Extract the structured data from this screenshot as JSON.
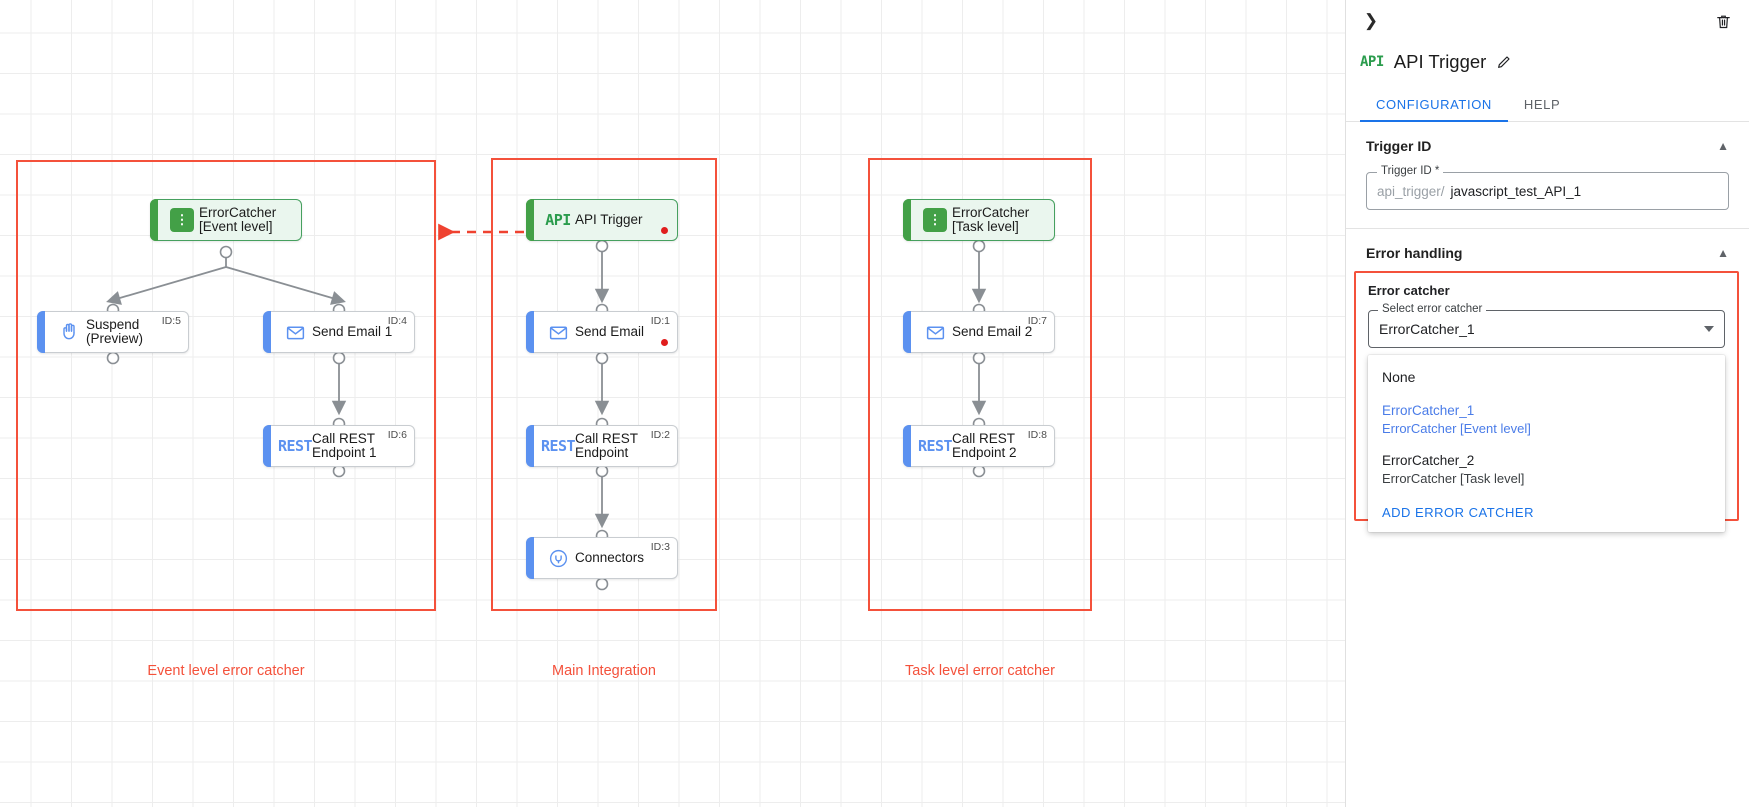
{
  "canvas": {
    "groups": [
      {
        "label": "Event level error catcher"
      },
      {
        "label": "Main Integration"
      },
      {
        "label": "Task level error catcher"
      }
    ],
    "nodes": {
      "errorcatcher_event": {
        "title": "ErrorCatcher\n[Event level]",
        "icon": "error-catcher-icon",
        "id_badge": ""
      },
      "suspend": {
        "title": "Suspend\n(Preview)",
        "icon": "hand-icon",
        "id_badge": "ID:5"
      },
      "send_email_1": {
        "title": "Send Email 1",
        "icon": "envelope-icon",
        "id_badge": "ID:4"
      },
      "call_rest_1": {
        "title": "Call REST\nEndpoint 1",
        "icon": "REST",
        "id_badge": "ID:6"
      },
      "api_trigger": {
        "title": "API Trigger",
        "icon": "API",
        "id_badge": ""
      },
      "send_email": {
        "title": "Send Email",
        "icon": "envelope-icon",
        "id_badge": "ID:1"
      },
      "call_rest": {
        "title": "Call REST\nEndpoint",
        "icon": "REST",
        "id_badge": "ID:2"
      },
      "connectors": {
        "title": "Connectors",
        "icon": "connector-plug-icon",
        "id_badge": "ID:3"
      },
      "errorcatcher_task": {
        "title": "ErrorCatcher\n[Task level]",
        "icon": "error-catcher-icon",
        "id_badge": ""
      },
      "send_email_2": {
        "title": "Send Email 2",
        "icon": "envelope-icon",
        "id_badge": "ID:7"
      },
      "call_rest_2": {
        "title": "Call REST\nEndpoint 2",
        "icon": "REST",
        "id_badge": "ID:8"
      }
    }
  },
  "panel": {
    "collapse_icon": "chevron-right-icon",
    "delete_icon": "trash-icon",
    "node_icon": "API",
    "title": "API Trigger",
    "edit_icon": "pencil-icon",
    "tabs": [
      {
        "label": "CONFIGURATION",
        "active": true
      },
      {
        "label": "HELP",
        "active": false
      }
    ],
    "trigger_id_section": {
      "heading": "Trigger ID",
      "collapse_caret": "chevron-up-icon",
      "field_label": "Trigger ID *",
      "prefix": "api_trigger/",
      "value": "javascript_test_API_1"
    },
    "error_handling_section": {
      "heading": "Error handling",
      "collapse_caret": "chevron-up-icon",
      "caption": "Error catcher",
      "select_label": "Select error catcher",
      "selected_value": "ErrorCatcher_1",
      "dropdown": {
        "none_label": "None",
        "options": [
          {
            "name": "ErrorCatcher_1",
            "detail": "ErrorCatcher [Event level]",
            "selected": true
          },
          {
            "name": "ErrorCatcher_2",
            "detail": "ErrorCatcher [Task level]",
            "selected": false
          }
        ],
        "add_label": "ADD ERROR CATCHER"
      }
    }
  },
  "colors": {
    "accent_blue": "#1a73e8",
    "group_red": "#f4513b",
    "node_blue": "#5b91f0",
    "node_green": "#43a047",
    "error_dot": "#e01d1d"
  }
}
